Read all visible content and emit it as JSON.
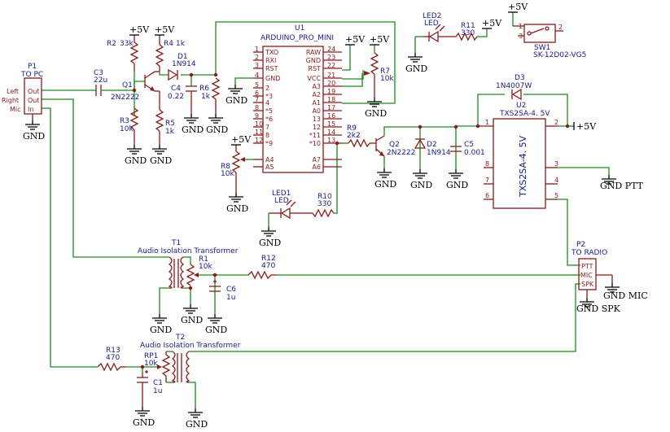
{
  "rails": {
    "vcc": "+5V",
    "gnd": "GND"
  },
  "labels": {
    "gnd_ptt": "GND PTT",
    "gnd_mic": "GND MIC",
    "gnd_spk": "GND SPK"
  },
  "p1": {
    "ref": "P1",
    "value": "TO PC",
    "pins": [
      "Out",
      "Out",
      "In"
    ],
    "side_labels": [
      "Left",
      "Right",
      "Mic"
    ]
  },
  "p2": {
    "ref": "P2",
    "value": "TO RADIO",
    "pins": [
      "PTT",
      "MIC",
      "SPK"
    ]
  },
  "u1": {
    "ref": "U1",
    "value": "ARDUINO_PRO_MINI",
    "left_pins": [
      "TXO",
      "RXI",
      "RST",
      "GND",
      "2",
      "*3",
      "4",
      "*5",
      "*6",
      "7",
      "8",
      "*9",
      "A4",
      "A5"
    ],
    "left_nums": [
      "1",
      "2",
      "3",
      "4",
      "5",
      "6",
      "7",
      "8",
      "9",
      "10",
      "11",
      "12",
      "",
      "",
      ""
    ],
    "right_pins": [
      "RAW",
      "GND",
      "RST",
      "VCC",
      "A3",
      "A2",
      "A1",
      "A0",
      "13",
      "12",
      "*11",
      "*10",
      "A7",
      "A6"
    ],
    "right_nums": [
      "24",
      "23",
      "22",
      "21",
      "20",
      "19",
      "18",
      "17",
      "16",
      "15",
      "14",
      "13",
      "",
      ""
    ]
  },
  "u2": {
    "ref": "U2",
    "value": "TXS2SA-4. 5V",
    "body": "TXS2SA-4. 5V",
    "left_nums": [
      "1",
      "8",
      "7",
      "6"
    ],
    "right_nums": [
      "2",
      "3",
      "4",
      "5"
    ]
  },
  "q1": {
    "ref": "Q1",
    "value": "2N2222"
  },
  "q2": {
    "ref": "Q2",
    "value": "2N2222"
  },
  "r2": {
    "ref": "R2",
    "value": "33k"
  },
  "r3": {
    "ref": "R3",
    "value": "10k"
  },
  "r4": {
    "ref": "R4",
    "value": "1k"
  },
  "r5": {
    "ref": "R5",
    "value": "1k"
  },
  "r6": {
    "ref": "R6",
    "value": "1k"
  },
  "r7": {
    "ref": "R7",
    "value": "10k"
  },
  "r8": {
    "ref": "R8",
    "value": "10k"
  },
  "r9": {
    "ref": "R9",
    "value": "2k2"
  },
  "r10": {
    "ref": "R10",
    "value": "330"
  },
  "r11": {
    "ref": "R11",
    "value": "330"
  },
  "r12": {
    "ref": "R12",
    "value": "470"
  },
  "r13": {
    "ref": "R13",
    "value": "470"
  },
  "r1": {
    "ref": "R1",
    "value": "10k"
  },
  "rp1": {
    "ref": "RP1",
    "value": "10k"
  },
  "c3": {
    "ref": "C3",
    "value": "22u"
  },
  "c4": {
    "ref": "C4",
    "value": "0.22"
  },
  "c5": {
    "ref": "C5",
    "value": "0.001"
  },
  "c6": {
    "ref": "C6",
    "value": "1u"
  },
  "c1": {
    "ref": "C1",
    "value": "1u"
  },
  "d1": {
    "ref": "D1",
    "value": "1N914"
  },
  "d2": {
    "ref": "D2",
    "value": "1N914"
  },
  "d3": {
    "ref": "D3",
    "value": "1N4007W"
  },
  "led1": {
    "ref": "LED1",
    "value": "LED"
  },
  "led2": {
    "ref": "LED2",
    "value": "LED"
  },
  "sw1": {
    "ref": "SW1",
    "value": "SK-12D02-VG5",
    "pins": [
      "1",
      "2",
      "3"
    ]
  },
  "t1": {
    "ref": "T1",
    "value": "Audio Isolation Transformer"
  },
  "t2": {
    "ref": "T2",
    "value": "Audio Isolation Transformer"
  }
}
